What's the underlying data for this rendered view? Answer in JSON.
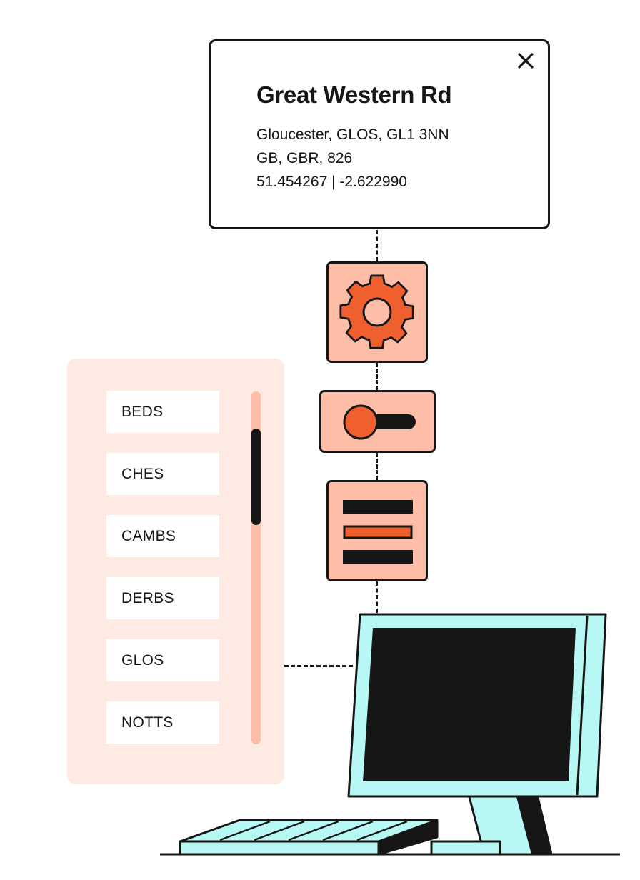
{
  "colors": {
    "ink": "#161616",
    "salmon": "#fdbda6",
    "orange": "#f0602f",
    "panel_pink": "#fdeae3",
    "scroll_track": "#fbbda5",
    "monitor_cyan": "#b8f8f4"
  },
  "address_card": {
    "title": "Great Western Rd",
    "line1": "Gloucester, GLOS, GL1 3NN",
    "line2": "GB, GBR, 826",
    "line3": "51.454267 | -2.622990",
    "close_icon": "close-icon"
  },
  "icons": [
    "gear-icon",
    "toggle-icon",
    "list-icon"
  ],
  "county_list": {
    "items": [
      "BEDS",
      "CHES",
      "CAMBS",
      "DERBS",
      "GLOS",
      "NOTTS"
    ]
  },
  "computer": {
    "icons": [
      "monitor-icon",
      "keyboard-icon"
    ]
  }
}
